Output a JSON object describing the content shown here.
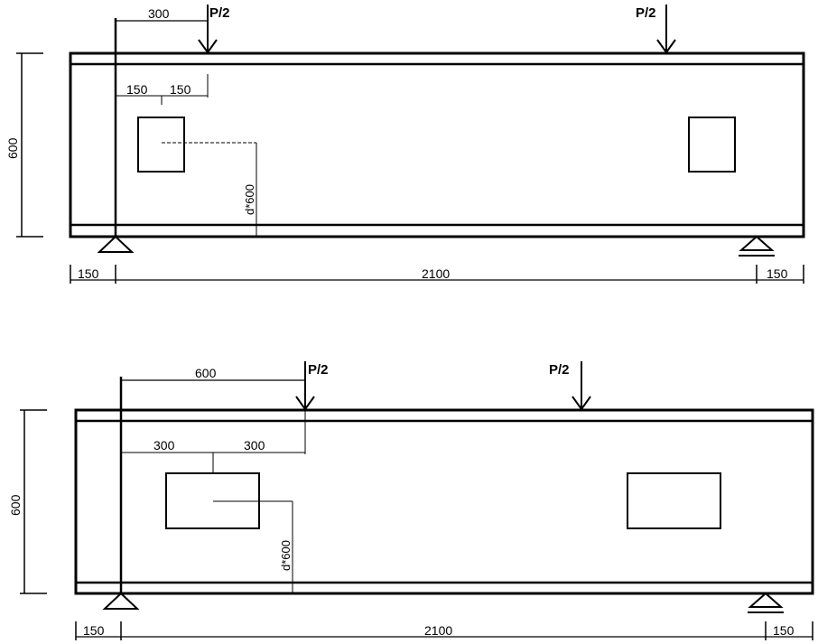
{
  "figures": [
    {
      "id": "top",
      "load_left": "P/2",
      "load_right": "P/2",
      "dim_load_offset": "300",
      "dim_half_left": "150",
      "dim_half_right": "150",
      "dim_height": "600",
      "dim_depth": "d*600",
      "dim_overhang_left": "150",
      "dim_span": "2100",
      "dim_overhang_right": "150"
    },
    {
      "id": "bottom",
      "load_left": "P/2",
      "load_right": "P/2",
      "dim_load_offset": "600",
      "dim_half_left": "300",
      "dim_half_right": "300",
      "dim_height": "600",
      "dim_depth": "d*600",
      "dim_overhang_left": "150",
      "dim_span": "2100",
      "dim_overhang_right": "150"
    }
  ]
}
